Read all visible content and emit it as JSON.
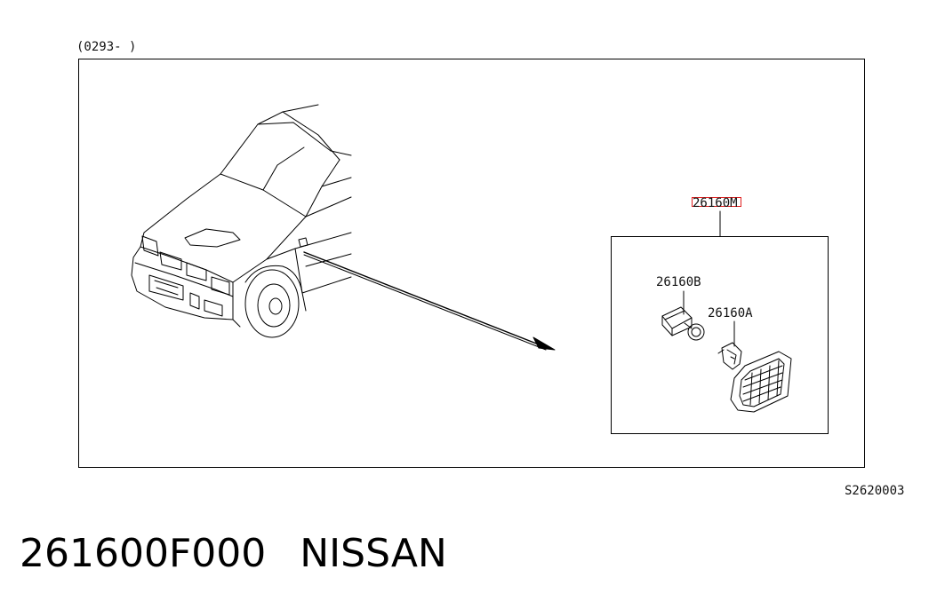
{
  "diagram": {
    "range_label": "(0293-        )",
    "code": "S2620003",
    "parts": {
      "assembly": "26160M",
      "socket": "26160B",
      "bulb": "26160A"
    },
    "highlight_color": "#e02020"
  },
  "footer": {
    "part_number": "261600F000",
    "brand": "NISSAN"
  }
}
